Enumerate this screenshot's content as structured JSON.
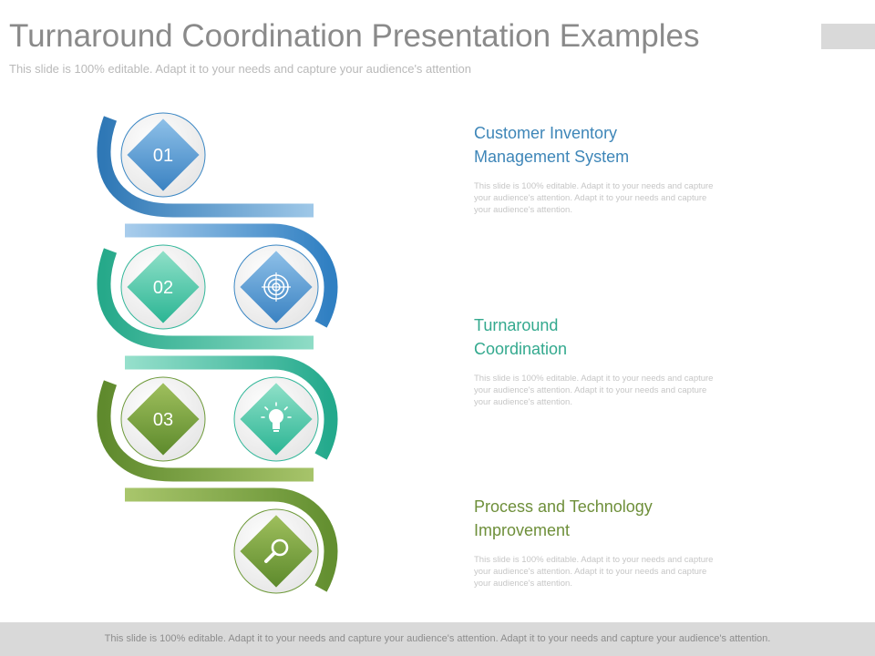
{
  "slide": {
    "title": "Turnaround Coordination Presentation Examples",
    "subtitle": "This slide is 100% editable. Adapt it to your needs and capture your audience's attention"
  },
  "colors": {
    "blue": "#3b87c4",
    "teal": "#33b79a",
    "green": "#6e9a3a",
    "circle_bg": "#f0f0f0"
  },
  "steps": [
    {
      "number": "01",
      "color": "#3b87c4"
    },
    {
      "number": "02",
      "color": "#33b79a"
    },
    {
      "number": "03",
      "color": "#6e9a3a"
    }
  ],
  "icons": [
    "target-icon",
    "lightbulb-icon",
    "magnifier-icon"
  ],
  "items": [
    {
      "title_line1": "Customer Inventory",
      "title_line2": "Management  System",
      "color": "#3e86b8",
      "desc_line1": "This slide is 100% editable. Adapt it to your needs and capture",
      "desc_line2": "your audience's attention. Adapt it to your needs and capture",
      "desc_line3": "your audience's attention."
    },
    {
      "title_line1": "Turnaround",
      "title_line2": "Coordination",
      "color": "#33a98e",
      "desc_line1": "This slide is 100% editable. Adapt it to your needs and capture",
      "desc_line2": "your audience's attention. Adapt it to your needs and capture",
      "desc_line3": "your audience's attention."
    },
    {
      "title_line1": "Process and Technology",
      "title_line2": "Improvement",
      "color": "#6e8f3a",
      "desc_line1": "This slide is 100% editable. Adapt it to your needs and capture",
      "desc_line2": "your audience's attention. Adapt it to your needs and capture",
      "desc_line3": "your audience's attention."
    }
  ],
  "footer": {
    "text": "This slide is 100% editable. Adapt it to your needs and capture your audience's attention. Adapt it to your needs and capture your audience's attention."
  }
}
